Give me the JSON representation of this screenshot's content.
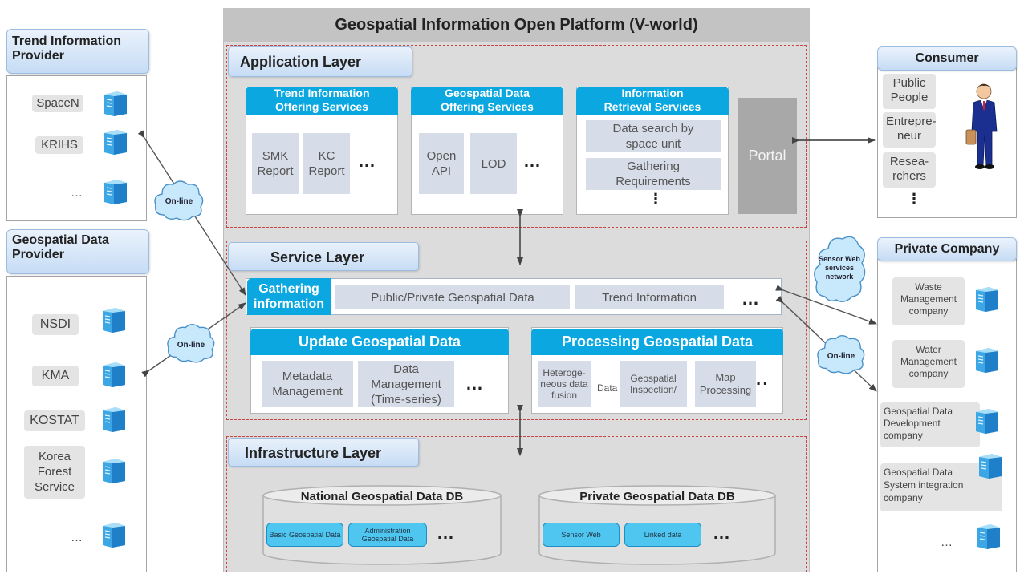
{
  "platform": {
    "title": "Geospatial Information Open Platform (V-world)"
  },
  "application_layer": {
    "label": "Application Layer",
    "services": [
      {
        "title_line1": "Trend Information",
        "title_line2": "Offering Services",
        "items": [
          "SMK Report",
          "KC Report"
        ],
        "more": "…"
      },
      {
        "title_line1": "Geospatial Data",
        "title_line2": "Offering Services",
        "items": [
          "Open API",
          "LOD"
        ],
        "more": "…"
      },
      {
        "title_line1": "Information",
        "title_line2": "Retrieval Services",
        "items": [
          "Data search by space unit",
          "Gathering Requirements"
        ],
        "more": "⋮"
      }
    ],
    "portal": "Portal"
  },
  "service_layer": {
    "label": "Service Layer",
    "gathering": "Gathering information",
    "sources": [
      "Public/Private Geospatial Data",
      "Trend Information"
    ],
    "more": "…",
    "update": {
      "title": "Update Geospatial Data",
      "items": [
        "Metadata Management",
        "Data Management (Time-series)"
      ],
      "more": "…"
    },
    "processing": {
      "title": "Processing Geospatial Data",
      "items": [
        "Heteroge- neous data fusion",
        "Data",
        "Geospatial Inspection/",
        "Map Processing"
      ],
      "more": "··"
    }
  },
  "infrastructure_layer": {
    "label": "Infrastructure Layer",
    "national_db": {
      "title": "National Geospatial Data DB",
      "items": [
        "Basic Geospatial Data",
        "Administration Geospatial Data"
      ],
      "more": "…"
    },
    "private_db": {
      "title": "Private Geospatial Data DB",
      "items": [
        "Sensor Web",
        "Linked data"
      ],
      "more": "…"
    }
  },
  "trend_provider": {
    "title": "Trend Information Provider",
    "items": [
      "SpaceN",
      "KRIHS",
      "…"
    ]
  },
  "geo_provider": {
    "title": "Geospatial Data Provider",
    "items": [
      "NSDI",
      "KMA",
      "KOSTAT",
      "Korea Forest Service",
      "…"
    ]
  },
  "consumer": {
    "title": "Consumer",
    "items": [
      "Public People",
      "Entrepre- neur",
      "Resea- rchers"
    ],
    "more": "⋮"
  },
  "private_company": {
    "title": "Private Company",
    "items": [
      "Waste Management company",
      "Water Management company",
      "Geospatial Data Development company",
      "Geospatial Data System integration company"
    ],
    "more": "…"
  },
  "clouds": {
    "online_1": "On-line",
    "online_2": "On-line",
    "online_3": "On-line",
    "sensor": "Sensor Web services network"
  },
  "colors": {
    "accent_blue": "#0aa7e0",
    "tab_blue": "#c6dcf4",
    "platform_grey": "#dcdcdc",
    "dashed_red": "#cc4444",
    "server_blue": "#2f9ee0"
  },
  "icons": [
    "server-icon",
    "cloud-icon",
    "businessman-icon",
    "arrow-icon"
  ]
}
